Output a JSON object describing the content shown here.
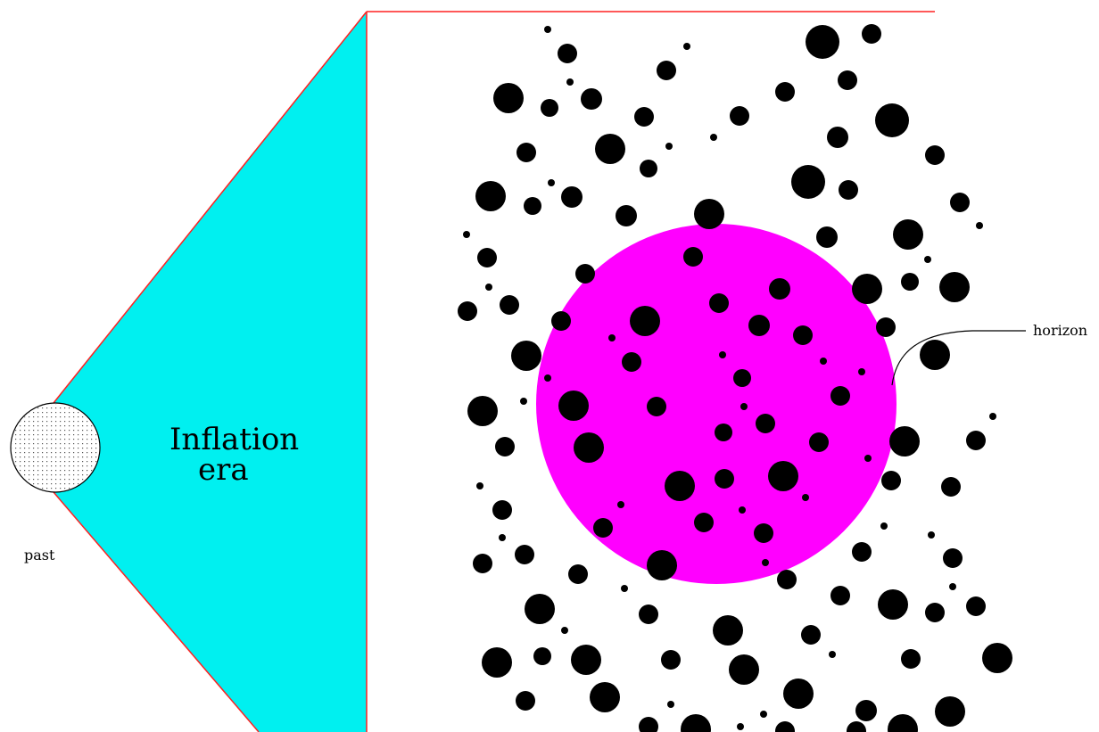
{
  "labels": {
    "inflation": "Inflation",
    "era": "era",
    "past": "past",
    "horizon": "horizon"
  },
  "colors": {
    "cone_fill": "#00f0f0",
    "edge_line": "#ff2020",
    "horizon_sphere": "#ff00ff",
    "galaxy": "#000000",
    "past_circle_fill": "#ffffff"
  }
}
